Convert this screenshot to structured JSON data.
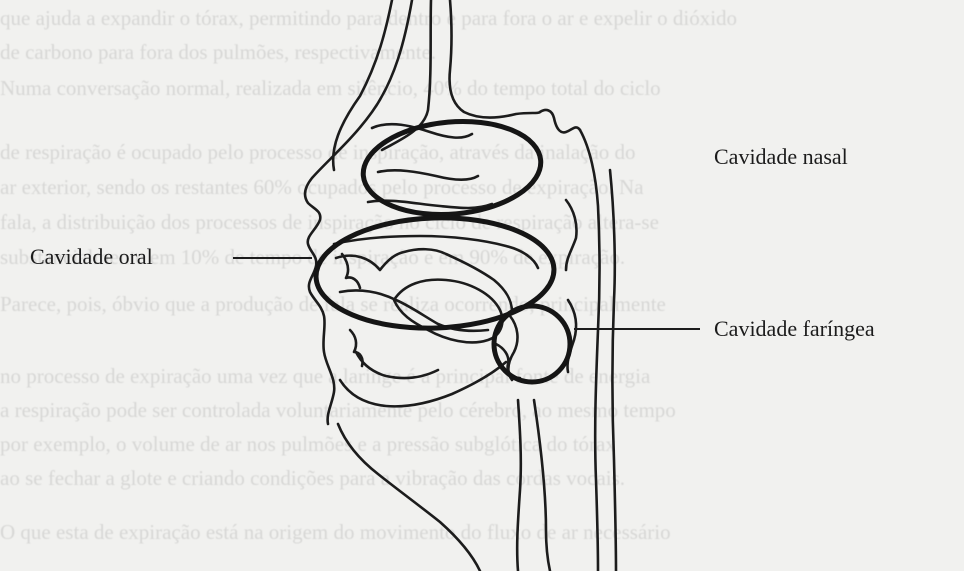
{
  "labels": {
    "nasal": "Cavidade nasal",
    "oral": "Cavidade oral",
    "pharyngeal": "Cavidade faríngea"
  },
  "background_text": [
    "que ajuda a expandir o tórax, permitindo para dentro e para fora o ar e expelir o dióxido",
    "de carbono para fora dos pulmões, respectivamente.",
    "Numa conversação normal, realizada em silêncio, 40% do tempo total do ciclo",
    "de respiração é ocupado pelo processo de inspiração, através da inalação do",
    "ar exterior, sendo os restantes 60% ocupados pelo processo de expiração. Na",
    "fala, a distribuição dos processos de inspiração no ciclo de respiração altera-se",
    "substancialmente em 10% de tempo de inspiração e em 90% de expiração.",
    "Parece, pois, óbvio que a produção de fala se realiza ocorrendo, principalmente",
    "no processo de expiração uma vez que a laringe é a principal fonte de energia",
    "a respiração pode ser controlada voluntariamente pelo cérebro, ao mesmo tempo",
    "por exemplo, o volume de ar nos pulmões e a pressão subglótica do tórax",
    "ao se fechar a glote e criando condições para a vibração das cordas vocais.",
    "O que esta de expiração está na origem do movimento do fluxo de ar necessário"
  ],
  "colors": {
    "ink": "#1c1c1c",
    "paper": "#f1f1ef"
  }
}
